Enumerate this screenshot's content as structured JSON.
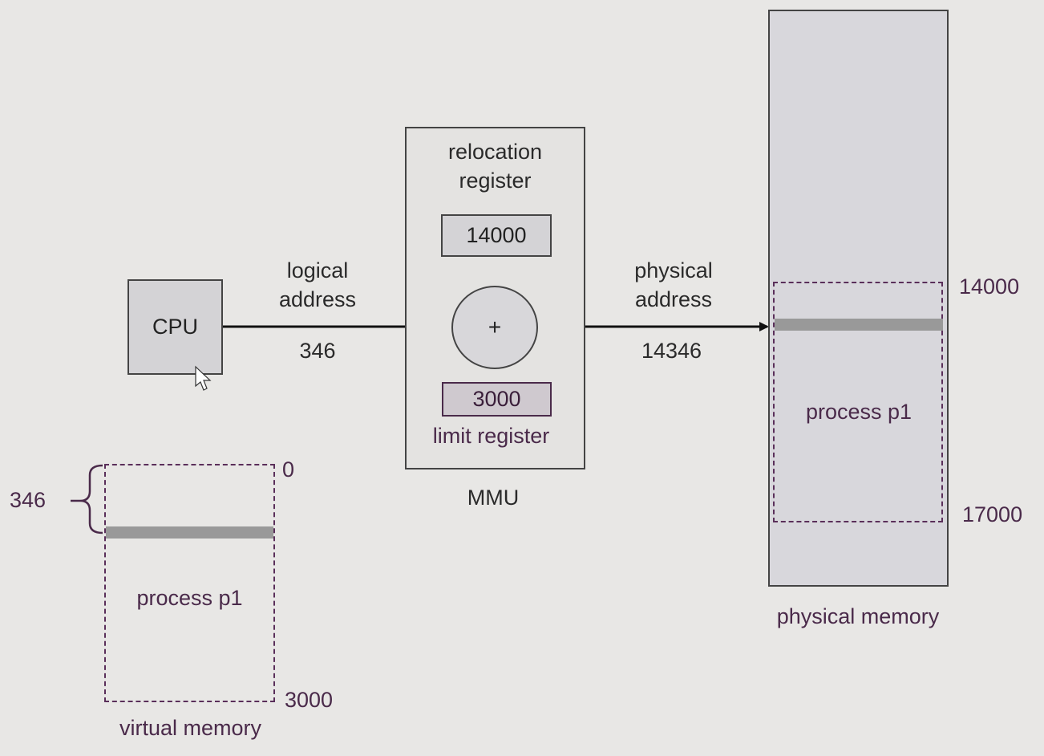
{
  "cpu": {
    "label": "CPU"
  },
  "logical": {
    "line1": "logical",
    "line2": "address",
    "value": "346"
  },
  "mmu": {
    "reloc_line1": "relocation",
    "reloc_line2": "register",
    "reloc_value": "14000",
    "adder_symbol": "+",
    "limit_value": "3000",
    "limit_label": "limit register",
    "label": "MMU"
  },
  "physical": {
    "line1": "physical",
    "line2": "address",
    "value": "14346"
  },
  "physical_memory": {
    "label": "physical memory",
    "process_label": "process p1",
    "start": "14000",
    "end": "17000"
  },
  "virtual_memory": {
    "label": "virtual memory",
    "process_label": "process p1",
    "start": "0",
    "end": "3000",
    "offset": "346"
  },
  "colors": {
    "accent": "#5a2f5a",
    "box_fill": "#d4d3d6",
    "background": "#e8e7e5"
  }
}
